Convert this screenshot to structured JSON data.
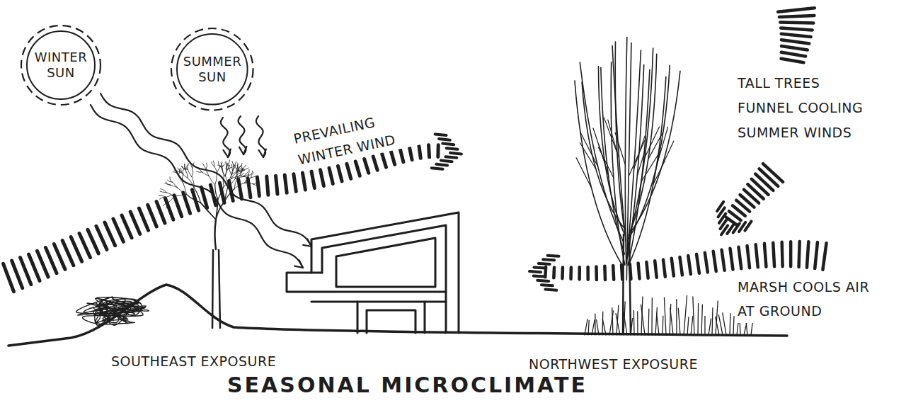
{
  "diagram": {
    "title": "SEASONAL MICROCLIMATE",
    "nodes": [
      {
        "text": [
          "WINTER SUN"
        ]
      },
      {
        "text": [
          "SUMMER SUN"
        ]
      }
    ],
    "labels": [
      "PREVAILING WINTER WIND",
      "TALL TREES FUNNEL COOLING SUMMER WINDS",
      "MARSH COOLS AIR AT GROUND",
      "SOUTHEAST EXPOSURE",
      "NORTHWEST EXPOSURE"
    ]
  }
}
